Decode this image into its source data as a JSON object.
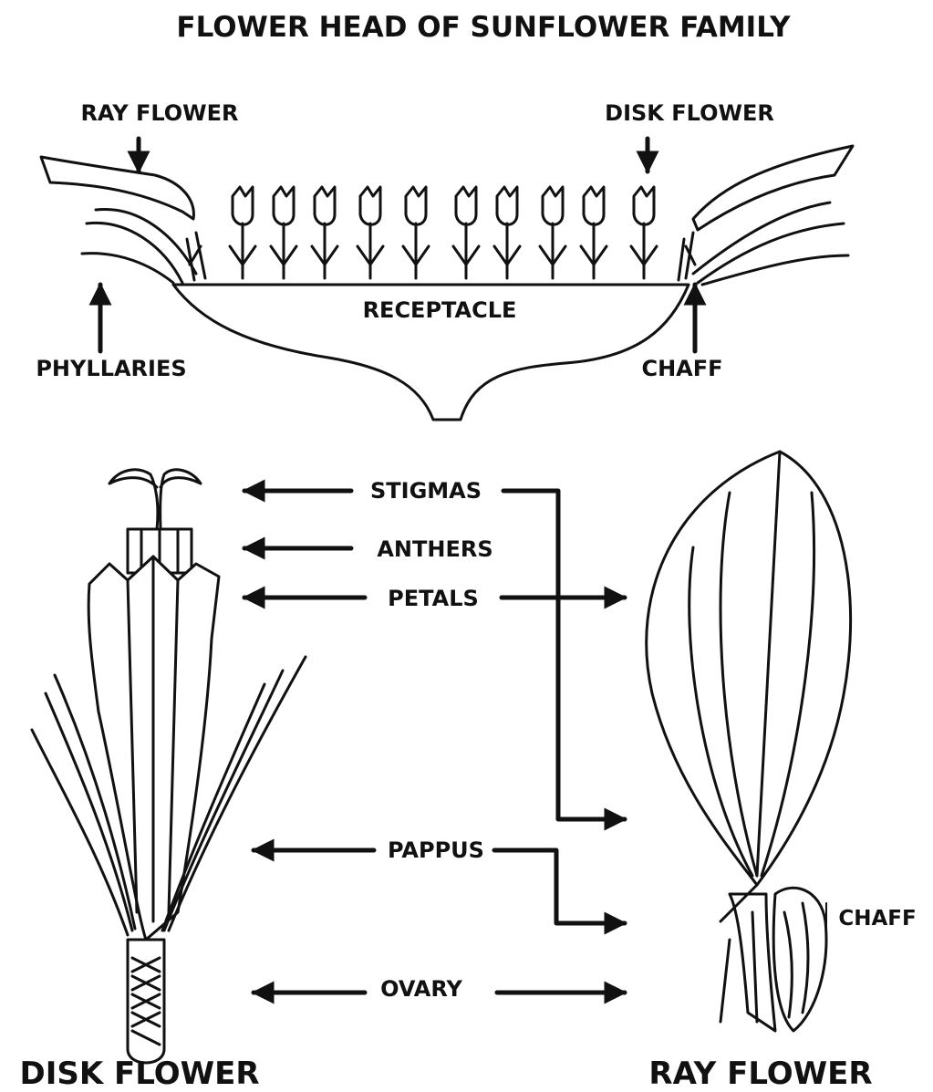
{
  "title": "FLOWER HEAD OF SUNFLOWER FAMILY",
  "head_labels": {
    "ray_flower": "RAY FLOWER",
    "disk_flower": "DISK FLOWER",
    "receptacle": "RECEPTACLE",
    "phyllaries": "PHYLLARIES",
    "chaff": "CHAFF"
  },
  "part_labels": {
    "stigmas": "STIGMAS",
    "anthers": "ANTHERS",
    "petals": "PETALS",
    "pappus": "PAPPUS",
    "ovary": "OVARY",
    "chaff": "CHAFF"
  },
  "captions": {
    "disk_flower": "DISK FLOWER",
    "ray_flower": "RAY FLOWER"
  }
}
